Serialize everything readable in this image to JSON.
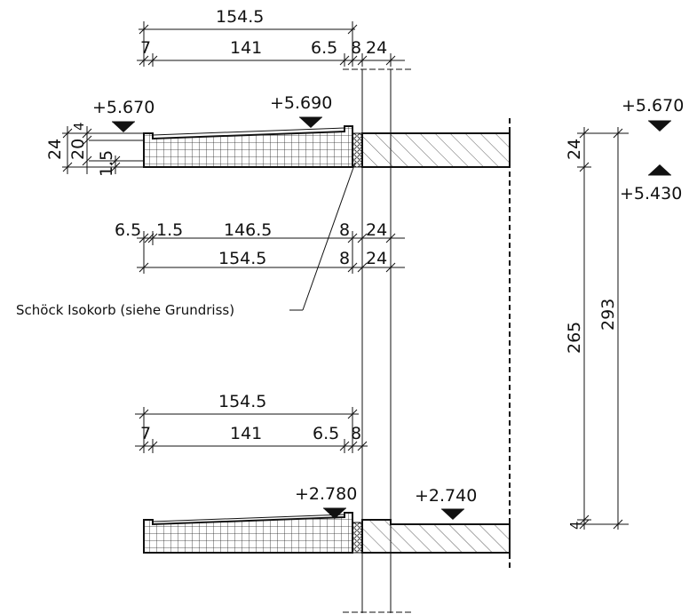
{
  "dims": {
    "top_overall": "154.5",
    "top_seg_a": "7",
    "top_seg_b": "141",
    "top_seg_c": "6.5",
    "top_seg_d": "8",
    "top_seg_e": "24",
    "left_24": "24",
    "left_20": "20",
    "left_4": "4",
    "left_15": "1.5",
    "mid_a": "6.5",
    "mid_b": "1.5",
    "mid_c": "146.5",
    "mid_d": "8",
    "mid_e": "24",
    "mid2_a": "154.5",
    "mid2_b": "8",
    "mid2_c": "24",
    "low_overall": "154.5",
    "low_a": "7",
    "low_b": "141",
    "low_c": "6.5",
    "low_d": "8",
    "right_24": "24",
    "right_265": "265",
    "right_293": "293",
    "right_4": "4"
  },
  "levels": {
    "top_left": "+5.670",
    "top_mid": "+5.690",
    "right_top": "+5.670",
    "right_under": "+5.430",
    "low_left": "+2.780",
    "low_right": "+2.740"
  },
  "annotation": "Schöck Isokorb (siehe Grundriss)",
  "colors": {
    "line": "#111111",
    "background": "#ffffff"
  }
}
